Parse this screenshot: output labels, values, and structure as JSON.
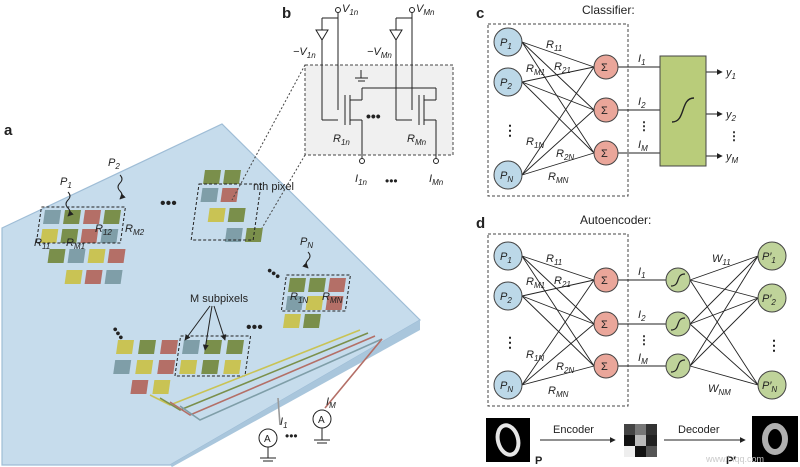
{
  "panels": {
    "a": "a",
    "b": "b",
    "c": "c",
    "d": "d"
  },
  "panel_a": {
    "p1": "P",
    "p1_sub": "1",
    "p2": "P",
    "p2_sub": "2",
    "pn": "P",
    "pn_sub": "N",
    "nth_pixel": "nth pixel",
    "m_subpixels": "M subpixels",
    "r11": "R",
    "r11_sub": "11",
    "rm1": "R",
    "rm1_sub": "M1",
    "r12": "R",
    "r12_sub": "12",
    "rm2": "R",
    "rm2_sub": "M2",
    "r1n": "R",
    "r1n_sub": "1N",
    "rmn": "R",
    "rmn_sub": "MN",
    "i1": "I",
    "i1_sub": "1",
    "im": "I",
    "im_sub": "M",
    "ammeter": "A",
    "dots": "•••"
  },
  "panel_b": {
    "v1n": "V",
    "v1n_sub": "1n",
    "vmn": "V",
    "vmn_sub": "Mn",
    "neg_v1n": "−V",
    "neg_v1n_sub": "1n",
    "neg_vmn": "−V",
    "neg_vmn_sub": "Mn",
    "r1n": "R",
    "r1n_sub": "1n",
    "rmn": "R",
    "rmn_sub": "Mn",
    "i1n": "I",
    "i1n_sub": "1n",
    "imn": "I",
    "imn_sub": "Mn",
    "dots": "•••"
  },
  "panel_c": {
    "title": "Classifier:",
    "inputs": [
      {
        "l": "P",
        "s": "1"
      },
      {
        "l": "P",
        "s": "2"
      },
      {
        "l": "P",
        "s": "N"
      }
    ],
    "weights": [
      {
        "l": "R",
        "s": "11"
      },
      {
        "l": "R",
        "s": "M1"
      },
      {
        "l": "R",
        "s": "21"
      },
      {
        "l": "R",
        "s": "1N"
      },
      {
        "l": "R",
        "s": "2N"
      },
      {
        "l": "R",
        "s": "MN"
      }
    ],
    "sum_symbol": "Σ",
    "currents": [
      {
        "l": "I",
        "s": "1"
      },
      {
        "l": "I",
        "s": "2"
      },
      {
        "l": "I",
        "s": "M"
      }
    ],
    "outputs": [
      {
        "l": "y",
        "s": "1"
      },
      {
        "l": "y",
        "s": "2"
      },
      {
        "l": "y",
        "s": "M"
      }
    ],
    "activation": "∫"
  },
  "panel_d": {
    "title": "Autoencoder:",
    "inputs": [
      {
        "l": "P",
        "s": "1"
      },
      {
        "l": "P",
        "s": "2"
      },
      {
        "l": "P",
        "s": "N"
      }
    ],
    "weights": [
      {
        "l": "R",
        "s": "11"
      },
      {
        "l": "R",
        "s": "M1"
      },
      {
        "l": "R",
        "s": "21"
      },
      {
        "l": "R",
        "s": "1N"
      },
      {
        "l": "R",
        "s": "2N"
      },
      {
        "l": "R",
        "s": "MN"
      }
    ],
    "sum_symbol": "Σ",
    "currents": [
      {
        "l": "I",
        "s": "1"
      },
      {
        "l": "I",
        "s": "2"
      },
      {
        "l": "I",
        "s": "M"
      }
    ],
    "out_weights": [
      {
        "l": "W",
        "s": "11"
      },
      {
        "l": "W",
        "s": "NM"
      }
    ],
    "outputs": [
      {
        "l": "P′",
        "s": "1"
      },
      {
        "l": "P′",
        "s": "2"
      },
      {
        "l": "P′",
        "s": "N"
      }
    ],
    "encoder": "Encoder",
    "decoder": "Decoder",
    "input_label": "P",
    "output_label": "P′"
  },
  "colors": {
    "chip": "#c6dcec",
    "chip_edge": "#9fbdd6",
    "sub_green": "#7a8f4b",
    "sub_red": "#b46f67",
    "sub_blue": "#7f9ea8",
    "sub_yellow": "#c9c354",
    "node_blue": "#bcd8e8",
    "node_red": "#eaa69a",
    "node_green": "#bfd39a",
    "box_green": "#b9cc7a"
  },
  "watermark": "www.i-iqq.com"
}
